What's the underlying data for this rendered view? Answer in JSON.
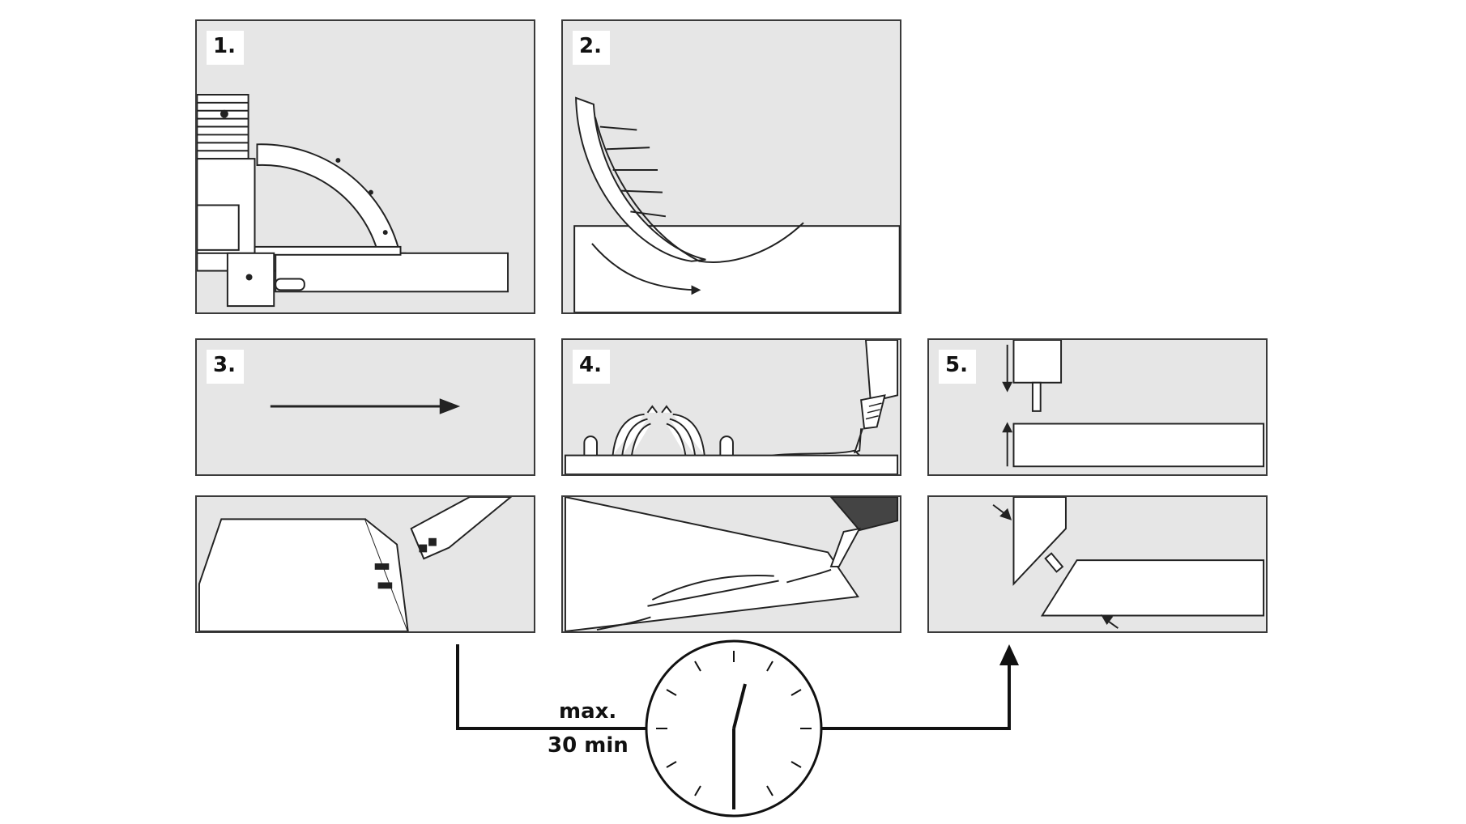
{
  "steps": [
    {
      "label": "1."
    },
    {
      "label": "2."
    },
    {
      "label": "3."
    },
    {
      "label": "4."
    },
    {
      "label": "5."
    }
  ],
  "timer": {
    "line1": "max.",
    "line2": "30 min"
  },
  "colors": {
    "panel_bg": "#e6e6e6",
    "line": "#222222",
    "paper": "#ffffff"
  }
}
